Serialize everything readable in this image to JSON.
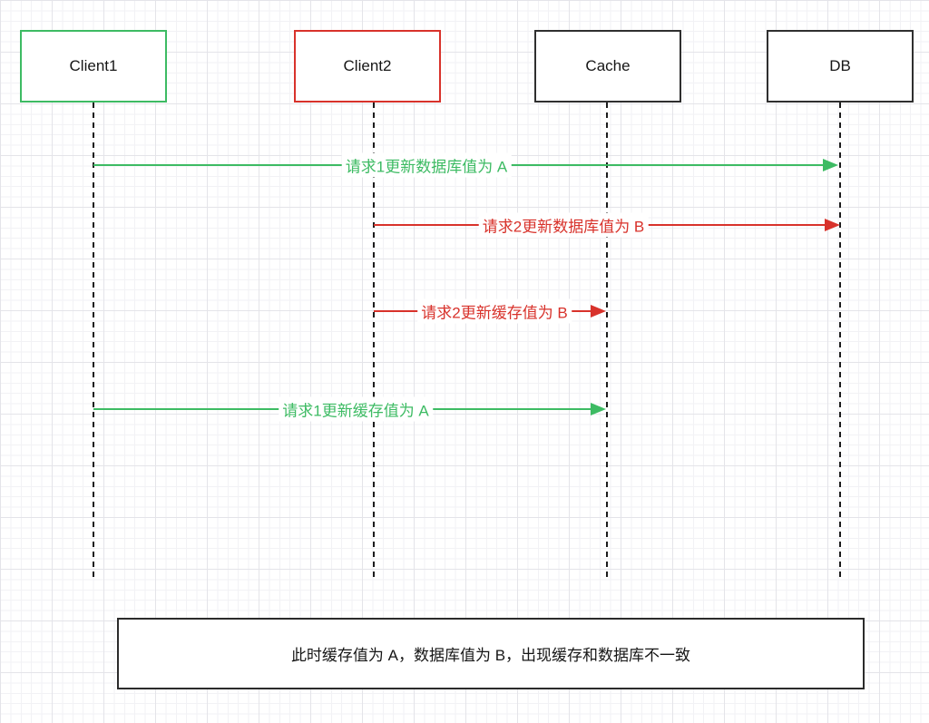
{
  "diagram": {
    "title": "cache-db-inconsistency-sequence",
    "colors": {
      "green": "#3dbb63",
      "red": "#d8322b",
      "dark_border": "#2f2f2f",
      "lifeline": "#1c1c1c",
      "grid_minor": "#f2f2f5",
      "grid_major": "#e4e4e9"
    },
    "actors": [
      {
        "label": "Client1",
        "accent": "green"
      },
      {
        "label": "Client2",
        "accent": "red"
      },
      {
        "label": "Cache",
        "accent": "dark"
      },
      {
        "label": "DB",
        "accent": "dark"
      }
    ],
    "messages": [
      {
        "label": "请求1更新数据库值为 A",
        "from": "Client1",
        "to": "DB",
        "color": "green"
      },
      {
        "label": "请求2更新数据库值为 B",
        "from": "Client2",
        "to": "DB",
        "color": "red"
      },
      {
        "label": "请求2更新缓存值为 B",
        "from": "Client2",
        "to": "Cache",
        "color": "red"
      },
      {
        "label": "请求1更新缓存值为 A",
        "from": "Client1",
        "to": "Cache",
        "color": "green"
      }
    ],
    "note": "此时缓存值为 A，数据库值为 B，出现缓存和数据库不一致"
  }
}
